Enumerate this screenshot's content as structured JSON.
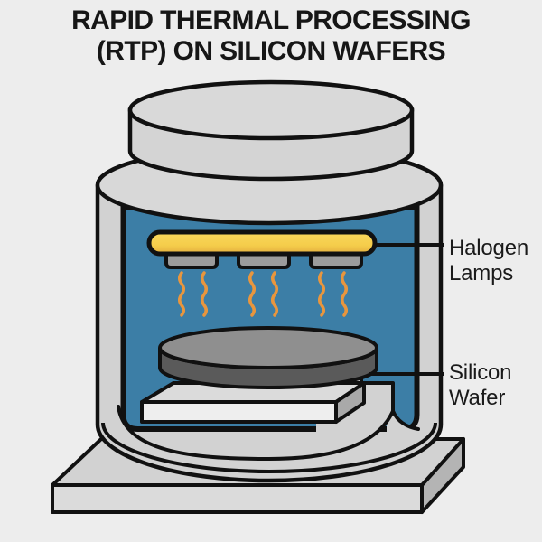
{
  "title": {
    "line1": "RAPID THERMAL PROCESSING",
    "line2": "(RTP) ON SILICON WAFERS"
  },
  "labels": {
    "halogen": {
      "line1": "Halogen",
      "line2": "Lamps"
    },
    "silicon": {
      "line1": "Silicon",
      "line2": "Wafer"
    }
  },
  "diagram": {
    "heat_wave_count": 6,
    "lamp_housing_count": 3
  },
  "colors": {
    "background": "#EDEDED",
    "outline": "#111111",
    "body_gray": "#D2D2D2",
    "body_top_gray": "#D8D8D8",
    "lid_gray": "#D4D4D4",
    "lid_top_gray": "#D9D9D9",
    "chamber_blue": "#3C7EA6",
    "floor_gray": "#D2D2D2",
    "lamp_yellow_top": "#F9D85C",
    "lamp_yellow_mid": "#F5CD4B",
    "lamp_yellow_bottom": "#E4AF3F",
    "lamp_housing_gray": "#9C9C9C",
    "heat_orange": "#E8963E",
    "wafer_top_gray": "#8F8F8F",
    "wafer_side_gray": "#5A5A5A",
    "pedestal_front": "#EEEEEE",
    "pedestal_top": "#DBDBDB",
    "pedestal_side": "#A9A9A9",
    "base_top": "#D2D2D2",
    "base_front": "#DBDBDB",
    "base_side": "#B4B4B4",
    "label_text": "#1A1A1A"
  }
}
